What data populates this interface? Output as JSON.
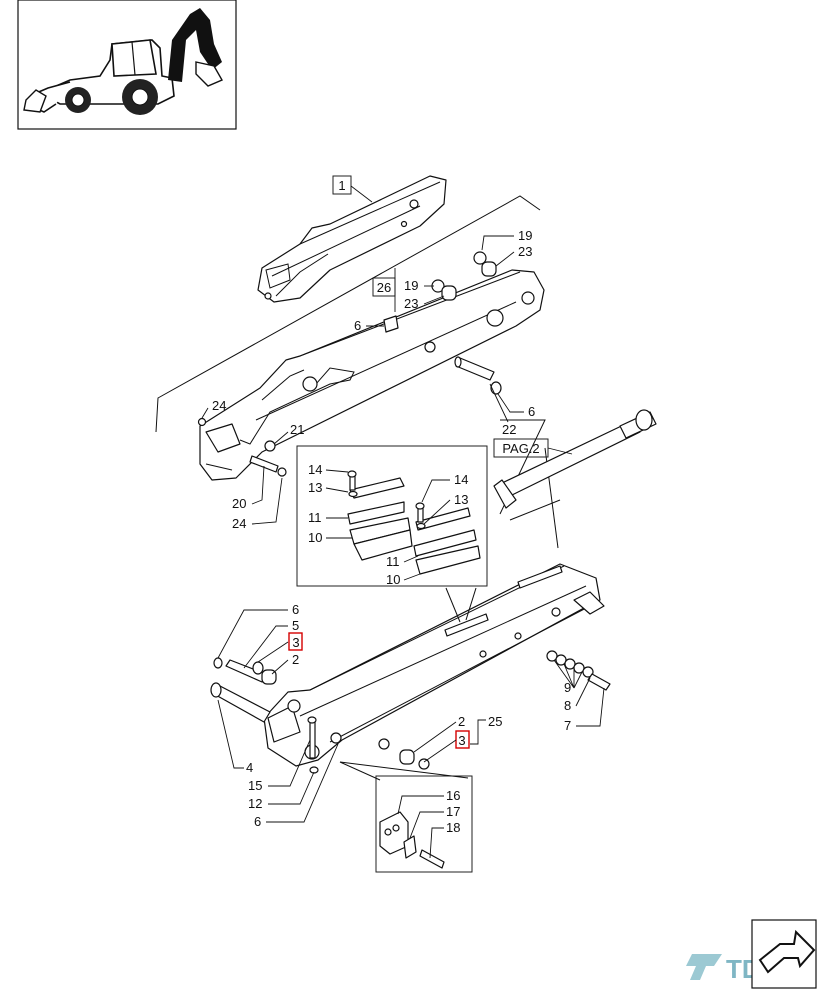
{
  "diagram": {
    "callouts": [
      {
        "id": "c1",
        "text": "1",
        "boxed": true
      },
      {
        "id": "c26",
        "text": "26",
        "boxed": true
      },
      {
        "id": "c19a",
        "text": "19"
      },
      {
        "id": "c23a",
        "text": "23"
      },
      {
        "id": "c19b",
        "text": "19"
      },
      {
        "id": "c23b",
        "text": "23"
      },
      {
        "id": "c6a",
        "text": "6"
      },
      {
        "id": "c6b",
        "text": "6"
      },
      {
        "id": "c22",
        "text": "22"
      },
      {
        "id": "cpag",
        "text": "PAG.2",
        "boxed": true
      },
      {
        "id": "c24a",
        "text": "24"
      },
      {
        "id": "c21",
        "text": "21"
      },
      {
        "id": "c20",
        "text": "20"
      },
      {
        "id": "c24b",
        "text": "24"
      },
      {
        "id": "c14a",
        "text": "14"
      },
      {
        "id": "c13a",
        "text": "13"
      },
      {
        "id": "c11a",
        "text": "11"
      },
      {
        "id": "c10a",
        "text": "10"
      },
      {
        "id": "c14b",
        "text": "14"
      },
      {
        "id": "c13b",
        "text": "13"
      },
      {
        "id": "c11b",
        "text": "11"
      },
      {
        "id": "c10b",
        "text": "10"
      },
      {
        "id": "c6c",
        "text": "6"
      },
      {
        "id": "c5",
        "text": "5"
      },
      {
        "id": "c3a",
        "text": "3",
        "highlight": true
      },
      {
        "id": "c2a",
        "text": "2"
      },
      {
        "id": "c9",
        "text": "9"
      },
      {
        "id": "c8",
        "text": "8"
      },
      {
        "id": "c7",
        "text": "7"
      },
      {
        "id": "c2b",
        "text": "2"
      },
      {
        "id": "c25",
        "text": "25"
      },
      {
        "id": "c3b",
        "text": "3",
        "highlight": true
      },
      {
        "id": "c4",
        "text": "4"
      },
      {
        "id": "c15",
        "text": "15"
      },
      {
        "id": "c12",
        "text": "12"
      },
      {
        "id": "c6d",
        "text": "6"
      },
      {
        "id": "c16",
        "text": "16"
      },
      {
        "id": "c17",
        "text": "17"
      },
      {
        "id": "c18",
        "text": "18"
      }
    ],
    "highlight_color": "#d40000",
    "ink_color": "#111111"
  },
  "thumbnail": {
    "subject": "backhoe-loader-icon"
  },
  "logo": {
    "text": "TDC",
    "icon": "tdc-logo-icon",
    "color": "#7fb6c4"
  },
  "nav": {
    "icon": "next-page-arrow-icon"
  }
}
